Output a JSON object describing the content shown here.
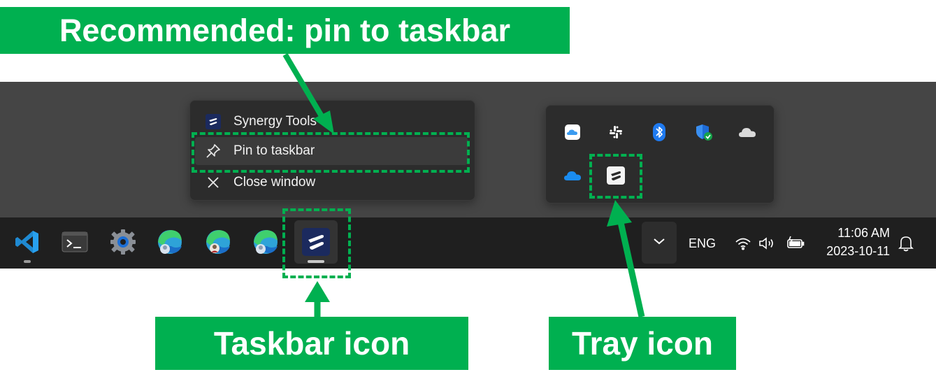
{
  "annotations": {
    "top_banner": "Recommended: pin to taskbar",
    "taskbar_label": "Taskbar icon",
    "tray_label": "Tray icon",
    "accent_color": "#00b050"
  },
  "jump_list": {
    "app_name": "Synergy Tools",
    "pin_label": "Pin to taskbar",
    "close_label": "Close window",
    "icons": [
      "synergy-icon",
      "pin-icon",
      "close-icon"
    ]
  },
  "tray_flyout": {
    "icons": [
      "icloud-icon",
      "slack-icon",
      "bluetooth-icon",
      "windows-security-icon",
      "onedrive-personal-icon",
      "onedrive-icon",
      "synergy-tray-icon"
    ]
  },
  "taskbar": {
    "apps": [
      "vscode-icon",
      "terminal-icon",
      "settings-icon",
      "edge-profile-1-icon",
      "edge-profile-2-icon",
      "edge-profile-3-icon",
      "synergy-icon"
    ],
    "active_app": "synergy-icon",
    "language": "ENG",
    "time": "11:06 AM",
    "date": "2023-10-11",
    "system_icons": [
      "chevron-up-icon",
      "wifi-icon",
      "volume-icon",
      "battery-icon",
      "notification-bell-icon"
    ]
  }
}
